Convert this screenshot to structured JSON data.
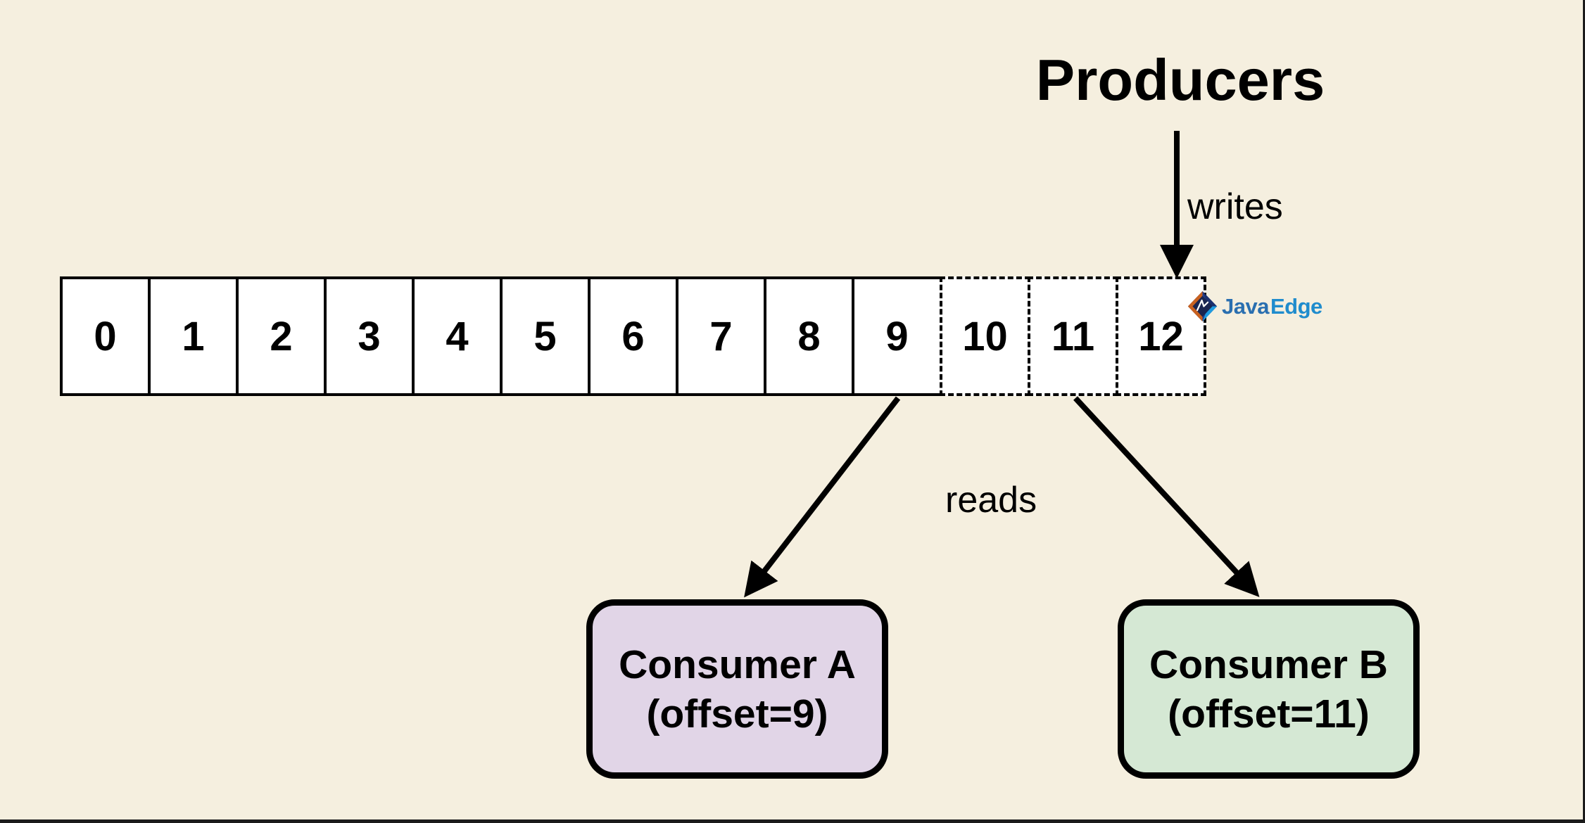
{
  "canvas": {
    "background": "#f5efdf",
    "edge_color": "#1b1b1b"
  },
  "title": {
    "text": "Producers"
  },
  "labels": {
    "writes": "writes",
    "reads": "reads"
  },
  "log": {
    "cells": [
      "0",
      "1",
      "2",
      "3",
      "4",
      "5",
      "6",
      "7",
      "8",
      "9",
      "10",
      "11",
      "12"
    ],
    "dashed_from_index": 10,
    "cell_fill": "#ffffff",
    "border_color": "#000000"
  },
  "arrows": {
    "color": "#000000",
    "writes_target_cell": "12",
    "reads_source_cells": [
      "9",
      "11"
    ]
  },
  "consumers": [
    {
      "name": "Consumer A",
      "offset_label": "(offset=9)",
      "fill": "#e1d5e7"
    },
    {
      "name": "Consumer B",
      "offset_label": "(offset=11)",
      "fill": "#d5e8d4"
    }
  ],
  "watermark": {
    "icon": "javaedge-diamond-icon",
    "java": "Java",
    "edge": "Edge",
    "java_color": "#2a6fb0",
    "edge_color": "#1f8ccd"
  }
}
